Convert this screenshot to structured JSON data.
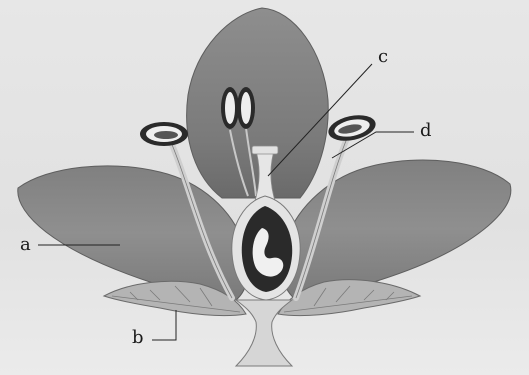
{
  "labels": {
    "a": "a",
    "b": "b",
    "c": "c",
    "d": "d"
  },
  "colors": {
    "background": "#e4e4e4",
    "petal": "#8a8a8a",
    "petal_dark": "#6f6f6f",
    "sepal": "#b4b4b4",
    "stalk": "#d6d6d6",
    "ovary": "#2a2a2a",
    "ovule": "#f0f0f0",
    "filament": "#c8c8c8",
    "line": "#222222"
  }
}
